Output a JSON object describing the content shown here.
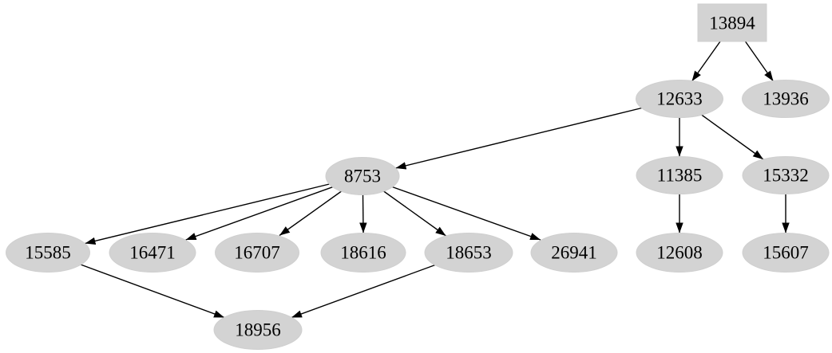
{
  "graph": {
    "title": "dependency-tree",
    "background_color": "#ffffff",
    "node_fill_color": "#d3d3d3",
    "edge_color": "#000000",
    "text_color": "#000000",
    "nodes": [
      {
        "id": "13894",
        "label": "13894",
        "shape": "box"
      },
      {
        "id": "12633",
        "label": "12633",
        "shape": "ellipse"
      },
      {
        "id": "13936",
        "label": "13936",
        "shape": "ellipse"
      },
      {
        "id": "8753",
        "label": "8753",
        "shape": "ellipse"
      },
      {
        "id": "11385",
        "label": "11385",
        "shape": "ellipse"
      },
      {
        "id": "15332",
        "label": "15332",
        "shape": "ellipse"
      },
      {
        "id": "15585",
        "label": "15585",
        "shape": "ellipse"
      },
      {
        "id": "16471",
        "label": "16471",
        "shape": "ellipse"
      },
      {
        "id": "16707",
        "label": "16707",
        "shape": "ellipse"
      },
      {
        "id": "18616",
        "label": "18616",
        "shape": "ellipse"
      },
      {
        "id": "18653",
        "label": "18653",
        "shape": "ellipse"
      },
      {
        "id": "26941",
        "label": "26941",
        "shape": "ellipse"
      },
      {
        "id": "12608",
        "label": "12608",
        "shape": "ellipse"
      },
      {
        "id": "15607",
        "label": "15607",
        "shape": "ellipse"
      },
      {
        "id": "18956",
        "label": "18956",
        "shape": "ellipse"
      }
    ],
    "edges": [
      {
        "from": "13894",
        "to": "12633"
      },
      {
        "from": "13894",
        "to": "13936"
      },
      {
        "from": "12633",
        "to": "8753"
      },
      {
        "from": "12633",
        "to": "11385"
      },
      {
        "from": "12633",
        "to": "15332"
      },
      {
        "from": "8753",
        "to": "15585"
      },
      {
        "from": "8753",
        "to": "16471"
      },
      {
        "from": "8753",
        "to": "16707"
      },
      {
        "from": "8753",
        "to": "18616"
      },
      {
        "from": "8753",
        "to": "18653"
      },
      {
        "from": "8753",
        "to": "26941"
      },
      {
        "from": "11385",
        "to": "12608"
      },
      {
        "from": "15332",
        "to": "15607"
      },
      {
        "from": "15585",
        "to": "18956"
      },
      {
        "from": "18653",
        "to": "18956"
      }
    ]
  }
}
